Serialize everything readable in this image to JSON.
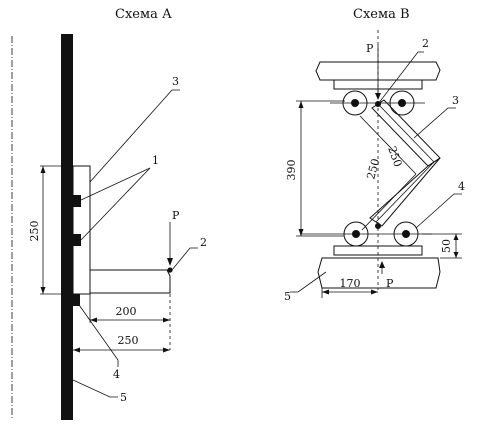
{
  "schemeA": {
    "title": "Схема А",
    "labels": {
      "n1": "1",
      "n2": "2",
      "n3": "3",
      "n4": "4",
      "n5": "5",
      "p": "P"
    },
    "dims": {
      "height": "250",
      "inner": "200",
      "outer": "250"
    }
  },
  "schemeB": {
    "title": "Схема В",
    "labels": {
      "n2": "2",
      "n3": "3",
      "n4": "4",
      "n5": "5",
      "p_top": "P",
      "p_bottom": "P"
    },
    "dims": {
      "height": "390",
      "link1": "250",
      "link2": "250",
      "gap": "50",
      "base": "170"
    }
  }
}
